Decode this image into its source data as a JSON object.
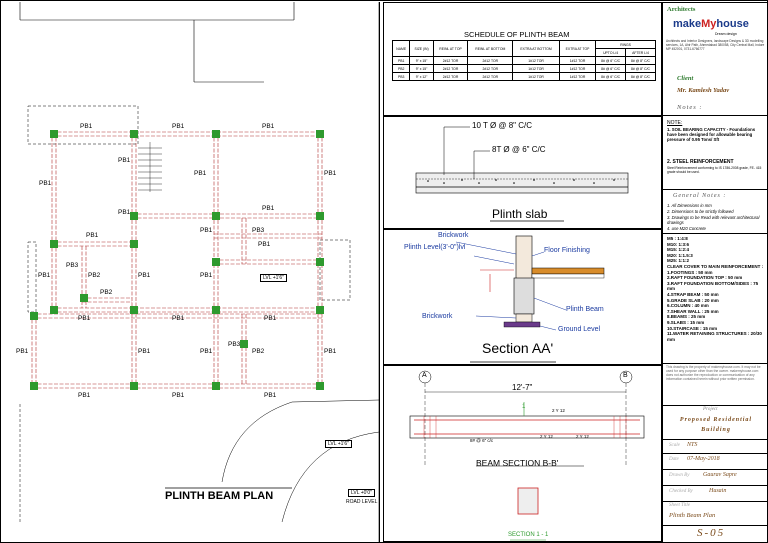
{
  "plan": {
    "title": "PLINTH BEAM PLAN",
    "beam_label": "PB1",
    "pb2": "PB2",
    "pb3": "PB3",
    "lvl_top": "LVL +1'0\"",
    "lvl_mid": "LVL +1'6\"",
    "lvl_road": "LVL +0'0\"",
    "road_level": "ROAD LEVEL"
  },
  "schedule": {
    "title": "SCHEDULE OF PLINTH BEAM",
    "headers": [
      "NAME",
      "SIZE (IN)",
      "REINL AT TOP",
      "REINL AT BOTTOM",
      "EXTRA AT BOTTOM",
      "EXTRA AT TOP",
      "RINGS"
    ],
    "ring_sub": [
      "UPTO L/4",
      "AFTER L/4"
    ],
    "rows": [
      [
        "PB1",
        "9\" x 15\"",
        "2#12 TOR",
        "2#12 TOR",
        "1#12 TOR",
        "1#12 TOR",
        "8# @ 6\" C/C",
        "8# @ 8\" C/C"
      ],
      [
        "PB2",
        "9\" x 15\"",
        "2#12 TOR",
        "2#12 TOR",
        "1#12 TOR",
        "1#12 TOR",
        "8# @ 6\" C/C",
        "8# @ 8\" C/C"
      ],
      [
        "PB3",
        "9\" x 12\"",
        "2#12 TOR",
        "2#12 TOR",
        "1#12 TOR",
        "1#12 TOR",
        "8# @ 6\" C/C",
        "8# @ 8\" C/C"
      ]
    ]
  },
  "slab": {
    "top_bar": "10 T Ø @ 8\" C/C",
    "bot_bar": "8T Ø @ 6\" C/C",
    "caption": "Plinth slab"
  },
  "section_aa": {
    "brickwork_top": "Brickwork",
    "plinth_level": "Plinth Level(3'-0\")lvl",
    "floor": "Floor Finishing",
    "plinth_beam": "Plinth Beam",
    "brickwork_bot": "Brickwork",
    "ground": "Ground Level",
    "caption": "Section AA'"
  },
  "section_bb": {
    "grid_a": "A",
    "grid_b": "B",
    "span": "12'-7\"",
    "top_rein": "2 Y 12",
    "bot_left": "8# @ 6\" c/c",
    "bot_mid": "2 Y 12",
    "bot_right": "2 Y 12",
    "mark": "1",
    "caption": "BEAM SECTION B-B'",
    "sec11": "SECTION 1 - 1"
  },
  "titleblock": {
    "architects": "Architects",
    "brand_a": "make",
    "brand_b": "My",
    "brand_c": "house",
    "brand_sub": "Dream design",
    "firm_text": "Architects and Interior Designers, landscape Designs & 3D modelling services, 1A, Ahir Path, Ahmedabad 380058, City Central Mall, Indore MP 452001, 0731-6766777",
    "client_label": "Client",
    "client_name": "Mr. Kamlesh Yadav",
    "notes_label": "Notes :",
    "note_head": "NOTE:",
    "note1": "1. SOIL BEARING CAPACITY - Foundations have been designed for allowable bearing pressure of 0.95 Tons/ Sft",
    "note2_head": "2. STEEL REINFORCEMENT",
    "note2": "Steel Reinforcement conforming to IS 1786-2008 grade, FE- 415 grade should be used.",
    "general_label": "General Notes :",
    "gen1": "1. All Dimensions in mm",
    "gen2": "2. Dimensions to be strictly followed",
    "gen3": "3. Drawings to be Read with relevant architectural drawings",
    "gen4": "4. use M20 Concrete",
    "mix": [
      "M5 : 1:4:8",
      "M10: 1:3:6",
      "M15: 1:2:4",
      "M20: 1:1.5:3",
      "M25: 1:1:2"
    ],
    "cover_head": "CLEAR COVER TO MAIN REINFORCEMENT :",
    "covers": [
      "1.FOOTINGS : 50 mm",
      "2.RAFT FOUNDATION TOP : 50 mm",
      "3.RAFT FOUNDATION BOTTOM/SIDES : 75 mm",
      "4.STRAP BEAM : 50 mm",
      "5.GRADE SLAB : 20 mm",
      "6.COLUMN : 40 mm",
      "7.SHEAR WALL : 25 mm",
      "8.BEAMS : 25 mm",
      "9.SLABS : 15 mm",
      "10.STAIRCASE : 15 mm",
      "11.WATER RETAINING STRUCTURES : 20/30 mm"
    ],
    "disclaimer": "This drawing is the property of makemyhouse.com. It may not be used for any purpose other than the owner. makemyhouse.com does not authorize the reproduction or communication of any information contained herein without prior written permission.",
    "project_label": "Project",
    "project": "Proposed Residential Building",
    "scale_label": "Scale",
    "scale": "NTS",
    "date_label": "Date",
    "date": "07-May-2018",
    "drawn_label": "Drawn By",
    "drawn": "Gaurav Sapre",
    "checked_label": "Checked By",
    "checked": "Husain",
    "sheet_label": "Sheet Title",
    "sheet": "Plinth Beam Plan",
    "sheet_no": "S-05"
  }
}
